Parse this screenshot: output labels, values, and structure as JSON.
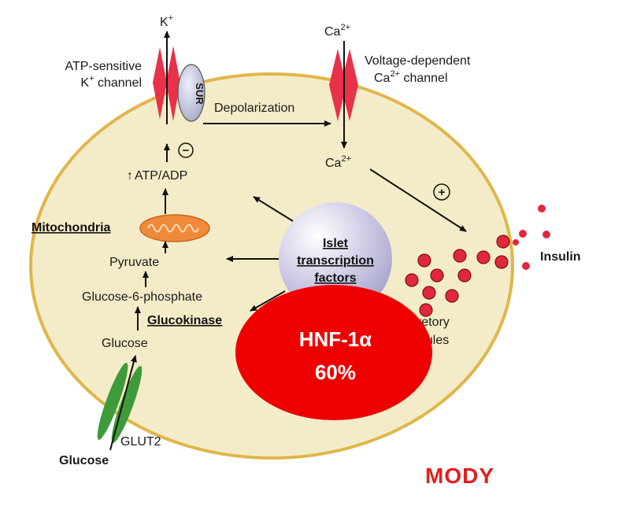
{
  "labels": {
    "k_top": "K",
    "k_top_sup": "+",
    "atp_channel_line1": "ATP-sensitive",
    "atp_channel_line2_prefix": "K",
    "atp_channel_line2_sup": "+",
    "atp_channel_line2_suffix": " channel",
    "sur": "SUR",
    "depolarization": "Depolarization",
    "ca_top": "Ca",
    "ca_top_sup": "2+",
    "vd_channel_line1": "Voltage-dependent",
    "vd_channel_line2_prefix": "Ca",
    "vd_channel_line2_sup": "2+",
    "vd_channel_line2_suffix": " channel",
    "ca_inside": "Ca",
    "ca_inside_sup": "2+",
    "minus": "−",
    "plus": "+",
    "atp_adp_arrow": "↑",
    "atp_adp": "ATP/ADP",
    "mitochondria": "Mitochondria",
    "pyruvate": "Pyruvate",
    "glucose6p": "Glucose-6-phosphate",
    "glucokinase": "Glucokinase",
    "glucose_inside": "Glucose",
    "glut2": "GLUT2",
    "glucose_outside": "Glucose",
    "islet_line1": "Islet",
    "islet_line2": "transcription",
    "islet_line3": "factors",
    "insulin": "Insulin",
    "secretory_line1": "cretory",
    "secretory_line2": "nules",
    "hnf_line1": "HNF-1α",
    "hnf_line2": "60%",
    "mody": "MODY"
  },
  "colors": {
    "cell_fill": "#f4ecc8",
    "cell_border": "#e0b64a",
    "channel_red": "#e8324a",
    "granule_red": "#e0283c",
    "hnf_red": "#ee0000",
    "mody_red": "#e02020",
    "mito_orange": "#f08a3a",
    "glut_green": "#3f9a3a",
    "sur_fill": "#c9cbe0",
    "sphere_fill": "#c8c6e2"
  }
}
